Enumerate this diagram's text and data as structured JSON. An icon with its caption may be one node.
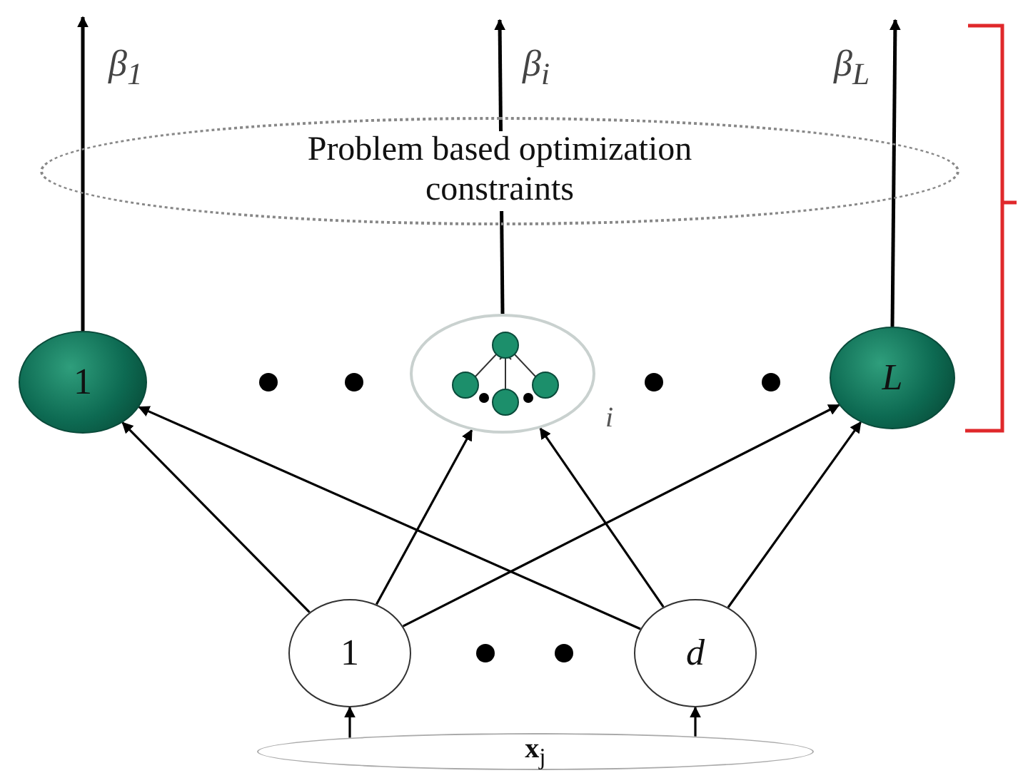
{
  "diagram": {
    "nodes": [
      {
        "text": [
          "Problem based optimization constraints"
        ]
      },
      {
        "text": [
          "1"
        ]
      },
      {
        "text": [],
        "shape": "picture",
        "beside": [
          "i"
        ]
      },
      {
        "text": [
          "L"
        ]
      },
      {
        "text": [
          "1"
        ]
      },
      {
        "text": [
          "d"
        ]
      },
      {
        "text": [
          "**x**$_{j}$"
        ]
      }
    ],
    "edges": [
      {
        "from": 1,
        "to": null,
        "arrow": "to",
        "label": "β$_{1}$"
      },
      {
        "from": 2,
        "to": null,
        "arrow": "to",
        "label": "β$_{i}$"
      },
      {
        "from": 3,
        "to": null,
        "arrow": "to",
        "label": "β$_{L}$"
      },
      {
        "from": 4,
        "to": 1,
        "arrow": "to"
      },
      {
        "from": 4,
        "to": 2,
        "arrow": "to"
      },
      {
        "from": 4,
        "to": 3,
        "arrow": "to"
      },
      {
        "from": 5,
        "to": 1,
        "arrow": "to"
      },
      {
        "from": 5,
        "to": 2,
        "arrow": "to"
      },
      {
        "from": 5,
        "to": 3,
        "arrow": "to"
      },
      {
        "from": 6,
        "to": 4,
        "arrow": "to"
      },
      {
        "from": 6,
        "to": 5,
        "arrow": "to"
      }
    ]
  }
}
